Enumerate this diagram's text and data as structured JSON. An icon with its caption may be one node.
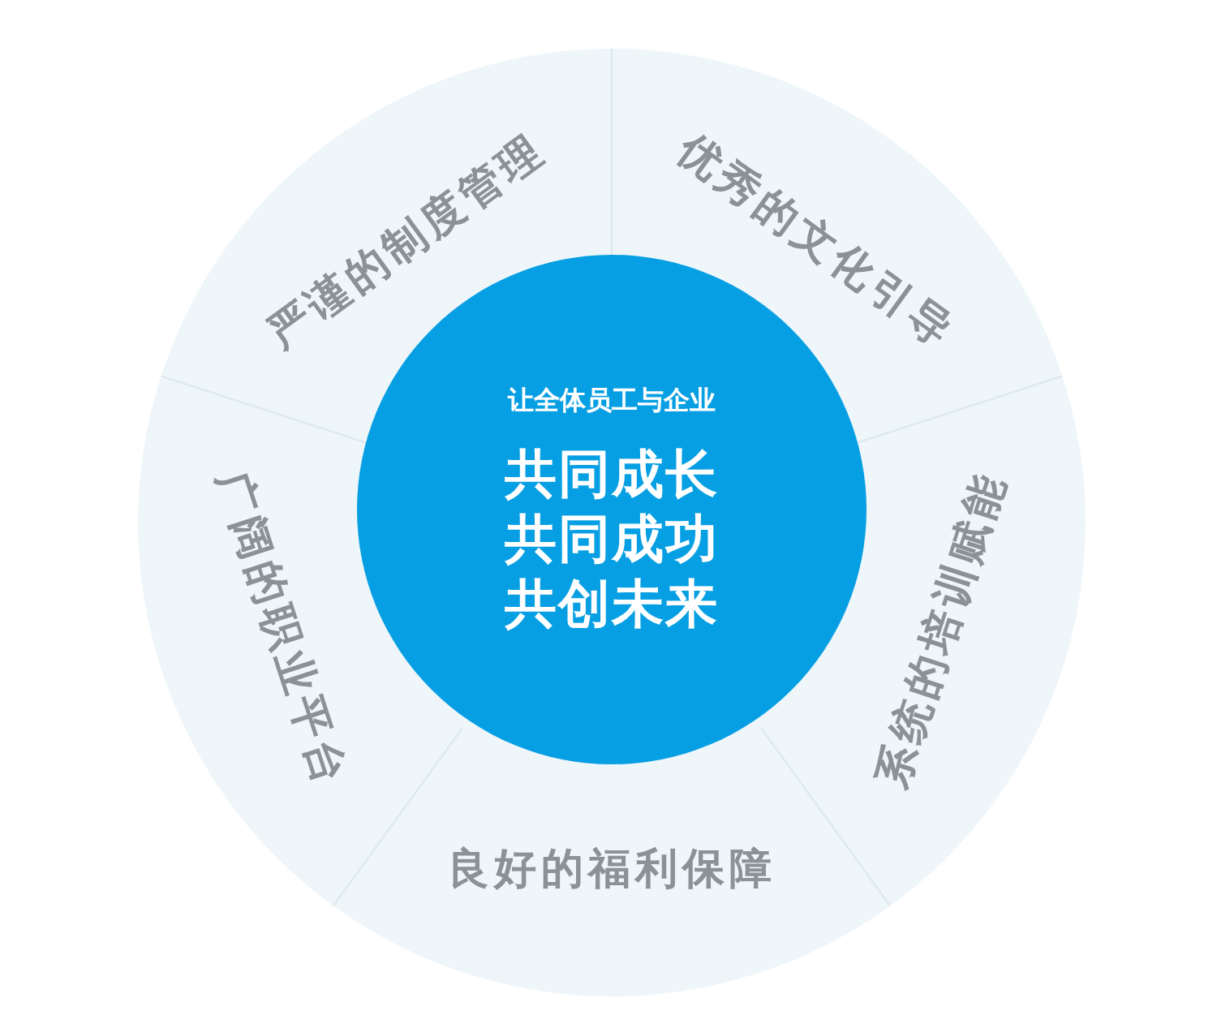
{
  "diagram": {
    "nodes": [
      {
        "text": [
          "让全体员工与企业",
          "共同成长共同成功共创未来"
        ]
      },
      {
        "text": [
          "严谨的制度管理"
        ]
      },
      {
        "text": [
          "优秀的文化引导"
        ]
      },
      {
        "text": [
          "系统的培训赋能"
        ]
      },
      {
        "text": [
          "良好的福利保障"
        ]
      },
      {
        "text": [
          "广阔的职业平台"
        ]
      }
    ]
  }
}
